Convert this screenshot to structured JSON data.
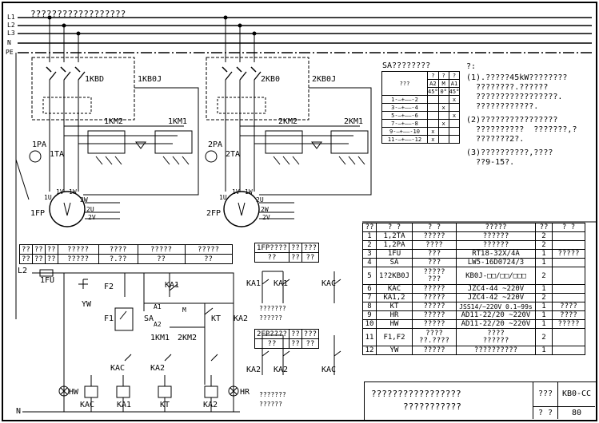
{
  "title_top": "??????????????????",
  "bus_labels": [
    "L1",
    "L2",
    "L3",
    "N",
    "PE"
  ],
  "left_unit": {
    "kbd": "1KBD",
    "kbdj": "1KB0J",
    "km2": "1KM2",
    "km1": "1KM1",
    "pa": "1PA",
    "ta": "1TA",
    "motor": "1FP",
    "terminals": [
      "1U",
      "1V",
      "1W",
      "2W",
      "2U",
      "2V"
    ]
  },
  "right_unit": {
    "kbd": "2KB0",
    "kbdj": "2KB0J",
    "km2": "2KM2",
    "km1": "2KM1",
    "pa": "2PA",
    "ta": "2TA",
    "motor": "2FP",
    "terminals": [
      "1U",
      "1V",
      "1W",
      "2U",
      "2W",
      "2V"
    ]
  },
  "sa_table": {
    "title": "SA????????",
    "header": [
      "???",
      "?",
      "?",
      "?"
    ],
    "sub": [
      "???",
      "A2",
      "M",
      "A1"
    ],
    "angles": [
      "45°",
      "0°",
      "45°"
    ],
    "rows": [
      {
        "c": "1-—+——-2",
        "m": [
          "",
          "",
          "x"
        ]
      },
      {
        "c": "3-—+——-4",
        "m": [
          "",
          "x",
          ""
        ]
      },
      {
        "c": "5-—+——-6",
        "m": [
          "",
          "",
          "x"
        ]
      },
      {
        "c": "7-—+——-8",
        "m": [
          "",
          "x",
          ""
        ]
      },
      {
        "c": "9-—+——-10",
        "m": [
          "x",
          "",
          ""
        ]
      },
      {
        "c": "11-—+——-12",
        "m": [
          "x",
          "",
          ""
        ]
      }
    ]
  },
  "notes": [
    "?:",
    "(1).?????45kW????????",
    "  ????????.??????",
    "  ?????????????????.",
    "  ????????????.",
    "(2)????????????????",
    "  ??????????  ???????,?",
    "  ???????2?.",
    "(3)??????????,????",
    "  ??9-15?."
  ],
  "ctrl_header": {
    "row1": [
      "??",
      "??",
      "??",
      "?????",
      "????",
      "?????",
      "?????"
    ],
    "row2": [
      "??",
      "??",
      "??",
      "?????",
      "?.??",
      "??",
      "??"
    ]
  },
  "fp1_header": {
    "row1": [
      "1FP????",
      "??",
      "???"
    ],
    "row2": [
      "??",
      "??",
      "??"
    ]
  },
  "fp2_header": {
    "row1": [
      "2FP????",
      "??",
      "???"
    ],
    "row2": [
      "??",
      "??",
      "??"
    ]
  },
  "ctrl_labels": {
    "l2": "L2",
    "fu": "1FU",
    "n": "N",
    "yw": "YW",
    "f2": "F2",
    "f1": "F1",
    "ka1": "KA1",
    "kac": "KAC",
    "sa": "SA",
    "a1": "A1",
    "a2": "A2",
    "m": "M",
    "km1": "1KM1",
    "km2": "2KM2",
    "kt": "KT",
    "ka2": "KA2",
    "hw": "HW",
    "hr": "HR"
  },
  "side_labels": {
    "ka1": "KA1",
    "ka1b": "KA1",
    "kac": "KAC",
    "ka2": "KA2",
    "ka2b": "KA2",
    "kac2": "KAC",
    "q1": "???????",
    "q2": "??????",
    "q3": "???????",
    "q4": "??????"
  },
  "parts_table": {
    "header": [
      "??",
      "? ?",
      "? ?",
      "?????",
      "??",
      "? ?"
    ],
    "rows": [
      [
        "1",
        "1,2TA",
        "?????",
        "??????",
        "2",
        ""
      ],
      [
        "2",
        "1,2PA",
        "????",
        "??????",
        "2",
        ""
      ],
      [
        "3",
        "1FU",
        "???",
        "RT18-32X/4A",
        "1",
        "?????"
      ],
      [
        "4",
        "SA",
        "???",
        "LW5-16D0724/3",
        "1",
        ""
      ],
      [
        "5",
        "1?2KB0J",
        "?????\n???",
        "KB0J-□□/□□/□□□",
        "2",
        ""
      ],
      [
        "6",
        "KAC",
        "?????",
        "JZC4-44 ~220V",
        "1",
        ""
      ],
      [
        "7",
        "KA1,2",
        "?????",
        "JZC4-42 ~220V",
        "2",
        ""
      ],
      [
        "8",
        "KT",
        "?????",
        "JSS14/~220V 0.1~99s",
        "1",
        "????"
      ],
      [
        "9",
        "HR",
        "?????",
        "AD11-22/20 ~220V",
        "1",
        "????"
      ],
      [
        "10",
        "HW",
        "?????",
        "AD11-22/20 ~220V",
        "1",
        "?????"
      ],
      [
        "11",
        "F1,F2",
        "????\n??.????",
        "????\n??????",
        "2",
        ""
      ],
      [
        "12",
        "YW",
        "?????",
        "??????????",
        "1",
        ""
      ]
    ]
  },
  "title_block": {
    "name1": "?????????????????",
    "name2": "???????????",
    "code_label": "???",
    "code": "KB0-CC",
    "page_label": "? ?",
    "page": "80"
  }
}
